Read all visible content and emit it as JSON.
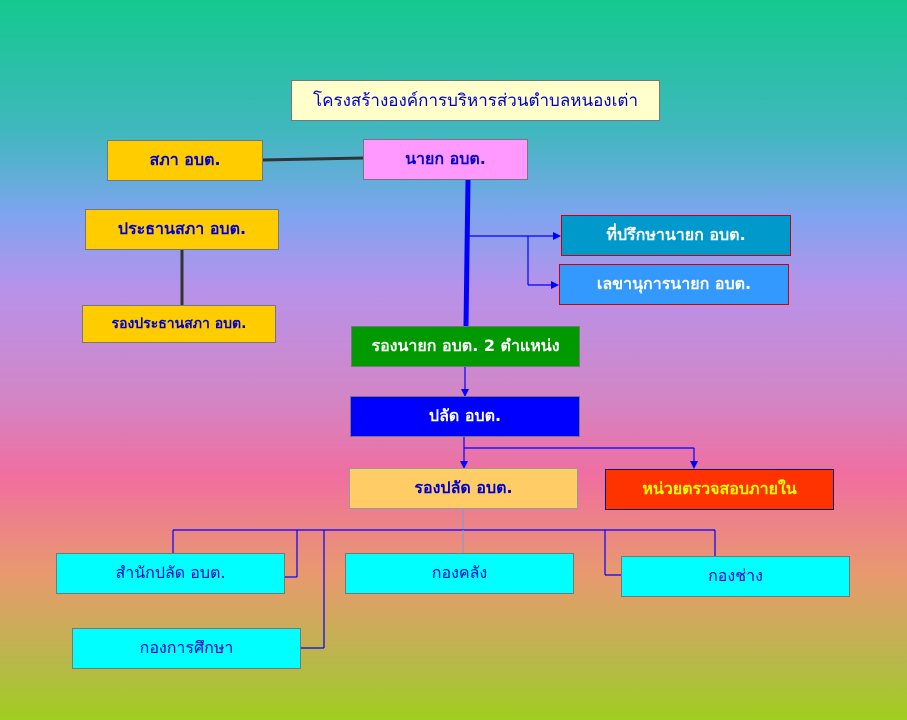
{
  "title": "โครงสร้างองค์การบริหารส่วนตำบลหนองเต่า",
  "nodes": {
    "council": "สภา อบต.",
    "mayor": "นายก อบต.",
    "council_chair": "ประธานสภา อบต.",
    "vice_council_chair": "รองประธานสภา อบต.",
    "advisor": "ที่ปรึกษานายก อบต.",
    "secretary": "เลขานุการนายก อบต.",
    "deputy_mayor": "รองนายก อบต. 2 ตำแหน่ง",
    "chief_admin": "ปลัด อบต.",
    "deputy_chief_admin": "รองปลัด อบต.",
    "internal_audit": "หน่วยตรวจสอบภายใน",
    "office_chief": "สำนักปลัด อบต.",
    "finance": "กองคลัง",
    "engineering": "กองช่าง",
    "education": "กองการศึกษา"
  },
  "colors": {
    "title_bg": "#ffffcc",
    "yellow_box": "#ffcc00",
    "pink_box": "#ff99ff",
    "advisor_box": "#0099cc",
    "secretary_box": "#3399ff",
    "deputy_box": "#009900",
    "chief_box": "#0000ff",
    "deputy_chief_box": "#ffcc66",
    "audit_box": "#ff3300",
    "cyan_box": "#00ffff",
    "connector_dark": "#333333",
    "connector_blue": "#0000ff"
  }
}
